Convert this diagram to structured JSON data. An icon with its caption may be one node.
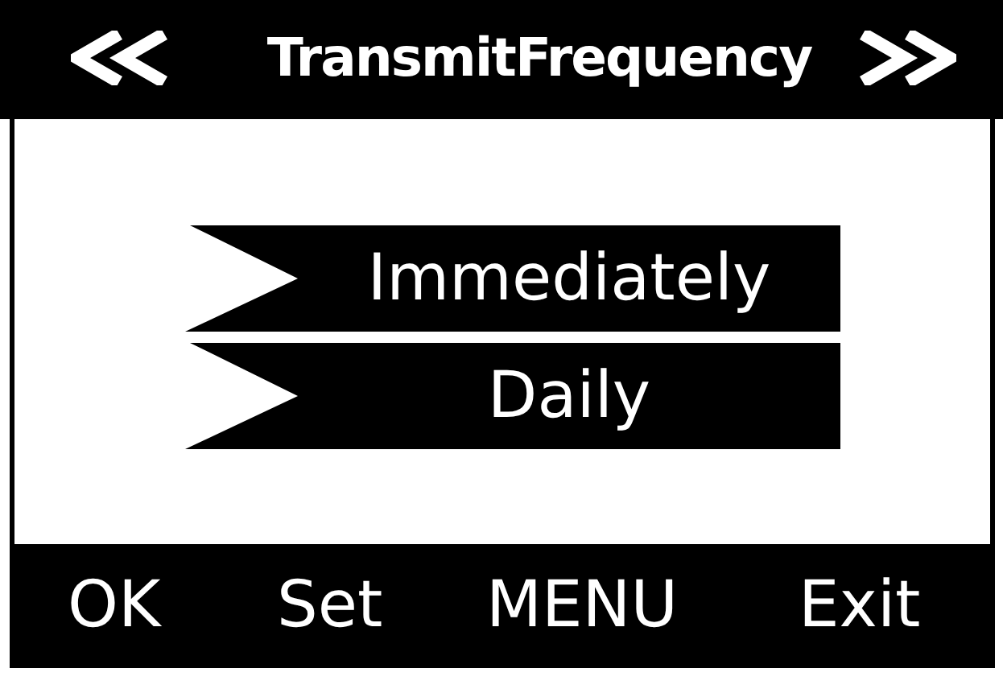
{
  "diagram": {
    "title": "TransmitFrequency",
    "nodes": [
      {
        "text": [
          "Immediately"
        ]
      },
      {
        "text": [
          "Daily"
        ]
      }
    ],
    "labels": [
      "OK",
      "Set",
      "MENU",
      "Exit"
    ]
  }
}
